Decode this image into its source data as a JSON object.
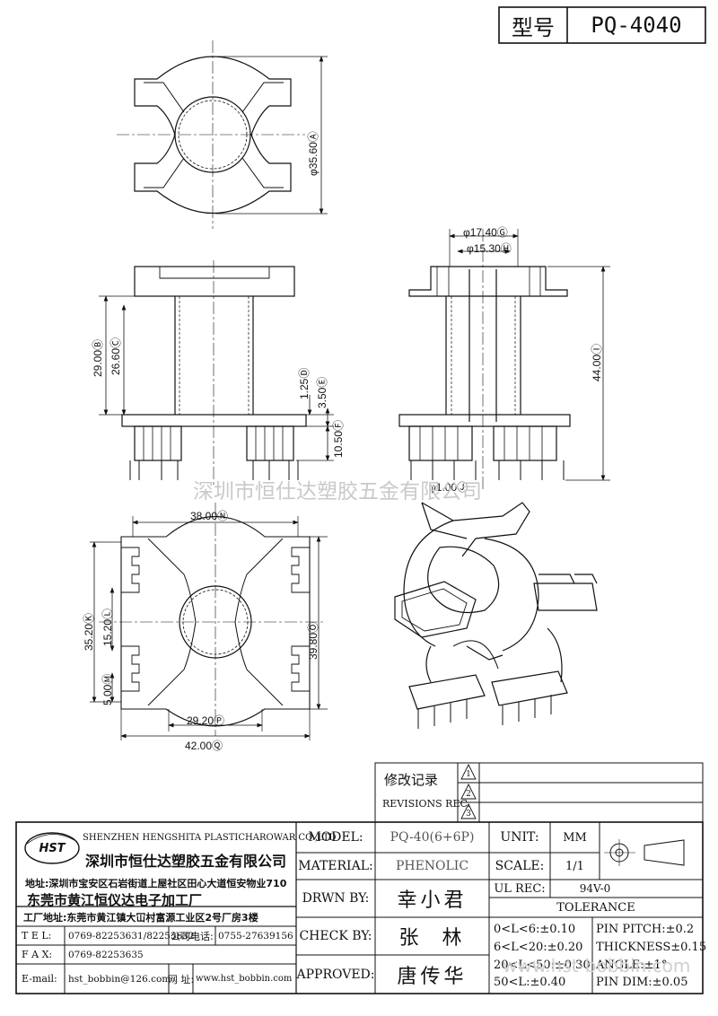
{
  "header": {
    "label": "型号",
    "model": "PQ-4040"
  },
  "dimensions": {
    "top_view": {
      "dia": "φ35.60Ⓐ"
    },
    "front_view": {
      "b": "29.00Ⓑ",
      "c": "26.60Ⓒ",
      "d": "1.25Ⓓ",
      "e": "3.50Ⓔ",
      "f": "10.50Ⓕ"
    },
    "side_view": {
      "g": "φ17.40Ⓖ",
      "h": "φ15.30Ⓗ",
      "i": "44.00Ⓘ",
      "j": "φ1.00Ⓙ"
    },
    "bottom_view": {
      "n": "38.00Ⓝ",
      "k": "35.20Ⓚ",
      "l": "15.20Ⓛ",
      "m": "5.00Ⓜ",
      "o": "39.80Ⓞ",
      "p": "29.20Ⓟ",
      "q": "42.00Ⓠ"
    }
  },
  "watermark": {
    "center": "深圳市恒仕达塑胶五金有限公司",
    "bottom": "www.hst-bobbin.com"
  },
  "revisions": {
    "title_cn": "修改记录",
    "title_en": "REVISIONS REC.",
    "rows": [
      "1",
      "2",
      "3"
    ]
  },
  "company": {
    "logo": "HST",
    "name_en": "SHENZHEN HENGSHITA PLASTICHAROWAR CO.,LTD",
    "name_cn": "深圳市恒仕达塑胶五金有限公司",
    "address": "地址:深圳市宝安区石岩街道上屋社区田心大道恒安物业710",
    "factory_name": "东莞市黄江恒仪达电子加工厂",
    "factory_address": "工厂地址:东莞市黄江镇大冚村富源工业区2号厂房3楼"
  },
  "contact": {
    "tel_label": "T E L:",
    "tel": "0769-82253631/82253632",
    "phone_label": "公司电话:",
    "phone": "0755-27639156",
    "fax_label": "F A X:",
    "fax": "0769-82253635",
    "email_label": "E-mail:",
    "email": "hst_bobbin@126.com",
    "web_label": "网  址:",
    "web": "www.hst_bobbin.com"
  },
  "specs": {
    "model_label": "MODEL:",
    "model": "PQ-40(6+6P)",
    "material_label": "MATERIAL:",
    "material": "PHENOLIC",
    "drawn_label": "DRWN BY:",
    "drawn": "幸小君",
    "check_label": "CHECK BY:",
    "check": "张  林",
    "approved_label": "APPROVED:",
    "approved": "唐传华",
    "unit_label": "UNIT:",
    "unit": "MM",
    "scale_label": "SCALE:",
    "scale": "1/1",
    "ul_label": "UL REC:",
    "ul": "94V-0",
    "tolerance_label": "TOLERANCE"
  },
  "tolerance": {
    "t1": "0<L<6:±0.10",
    "t2": "6<L<20:±0.20",
    "t3": "20<L<50:±0.30",
    "t4": "50<L:±0.40",
    "p1": "PIN PITCH:±0.2",
    "p2": "THICKNESS±0.15",
    "p3": "ANGLE:±1°",
    "p4": "PIN DIM:±0.05"
  }
}
